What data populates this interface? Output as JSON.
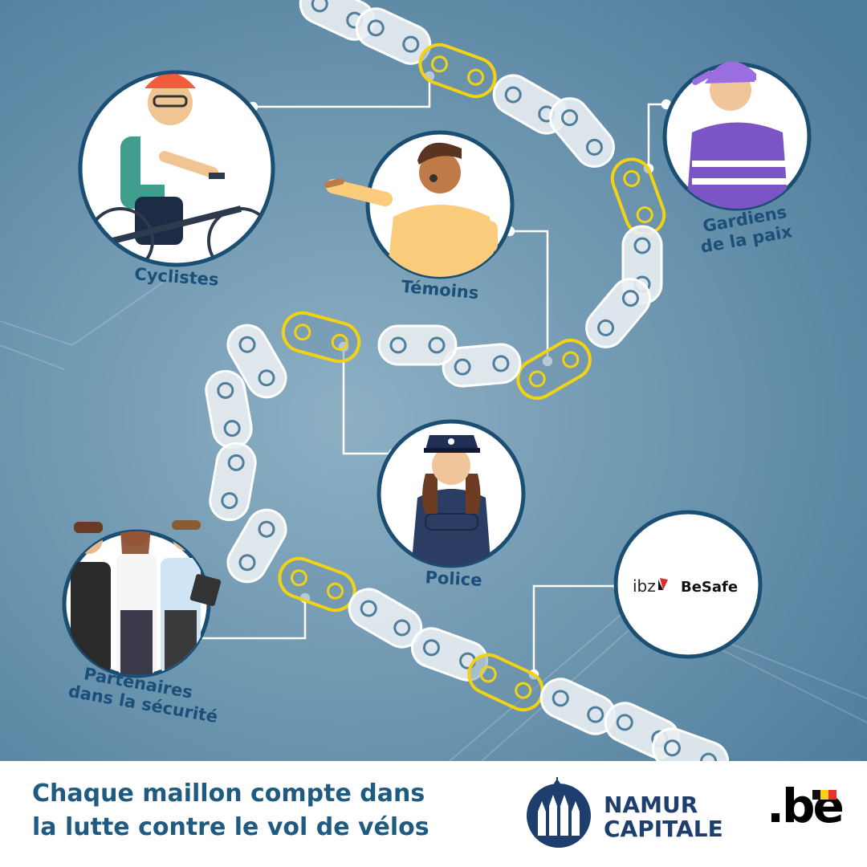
{
  "characters": {
    "cyclists": "Cyclistes",
    "witnesses": "Témoins",
    "guardians_line1": "Gardiens",
    "guardians_line2": "de la paix",
    "police": "Police",
    "partners_line1": "Partenaires",
    "partners_line2": "dans la sécurité"
  },
  "partner_logo": {
    "ibz": "ibz",
    "besafe": "BeSafe"
  },
  "footer": {
    "tagline_line1": "Chaque maillon compte dans",
    "tagline_line2": "la lutte contre le vol de vélos",
    "namur_line1": "NAMUR",
    "namur_line2": "CAPITALE",
    "be_logo": ".be"
  },
  "colors": {
    "background": "#6b93ad",
    "chain_link": "#ffffff",
    "highlight_link": "#f2d214",
    "circle_border": "#1a4e72",
    "label_text": "#1c4f78",
    "footer_text": "#1f5a80"
  }
}
